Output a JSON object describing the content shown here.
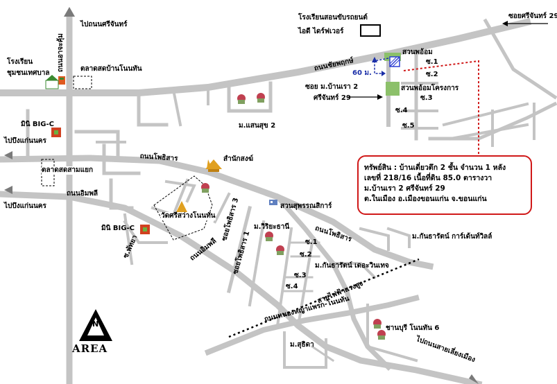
{
  "roads": {
    "chaiyaphruek": "ถนนชัยพฤกษ์",
    "pho_sarn": "ถนนโพธิสาร",
    "imphli": "ถนนอิมพลี",
    "sima_ku": "ถนนอาจะคุ้ม",
    "pho_sarn_lower": "ถนนโพธิสาร",
    "imphli_lower": "ถนนอิมพลี",
    "wet_road": "ถนนหนองหญ้าแพรก-โนนทัน",
    "soi_pho_sarn_1": "ซอยโพธิสาร 1",
    "soi_pho_sarn_3": "ซอยโพธิสาร 3",
    "soi_srichan_29": "ซอยศรีจันทร์ 29",
    "soi_banrao_2": "ซอย ม.บ้านเรา 2",
    "srichan_29": "ศรีจันทร์ 29",
    "soi_pattaya": "ซ.พัทยา",
    "soi_1": "ซ.1",
    "soi_2": "ซ.2",
    "soi_3": "ซ.3",
    "soi_4": "ซ.4",
    "soi_5": "ซ.5",
    "soi_1b": "ซ.1",
    "soi_2b": "ซ.2",
    "soi_3b": "ซ.3",
    "soi_4b": "ซ.4",
    "power_line": "สายไฟฟ้าแรงสูง",
    "to_srichan": "ไปถนนศรีจันทร์",
    "to_bueng_1": "ไปบึงแก่นนคร",
    "to_bueng_2": "ไปบึงแก่นนคร",
    "to_sai_liang": "ไปถนนสายเลี่ยงเมือง",
    "distance": "60 ม."
  },
  "places": {
    "school_driving": "โรงเรียนสอนขับรถยนต์",
    "idee_driver": "ไอดี ไดร์ฟเวอร์",
    "school_muni_1": "โรงเรียน",
    "school_muni_2": "ชุมชนเทศบาล",
    "market_nonthan": "ตลาดสดบ้านโนนทัน",
    "mini_bigc_1": "มินิ BIG-C",
    "mini_bigc_2": "มินิ BIG-C",
    "market_samyaek": "ตลาดสดสามแยก",
    "park_1": "สวนพอ้อม",
    "park_2": "สวนพอ้อมโครงการ",
    "mb_saensuk": "ม.แสนสุข 2",
    "samnak_song": "สำนักสงฆ์",
    "wat_sri": "วัดศรีสว่างโนนทัน",
    "mb_suwan": "สวนสุพรรณสิการ์",
    "mb_wiriya": "ม.วิริยะธานี",
    "mb_kantarat": "ม.กันธารัตน์ การ์เด้นท์วิลล์",
    "mb_kantarat_2": "ม.กันธารัตน์ เดอะวินเทจ",
    "mb_suthida": "ม.สุธิดา",
    "mb_nonthan6": "ชานบุรี โนนทัน 6"
  },
  "property": {
    "line1": "ทรัพย์สิน : บ้านเดี่ยวตึก 2 ชั้น จำนวน 1 หลัง",
    "line2": "เลขที่ 218/16 เนื้อที่ดิน 85.0 ตารางวา",
    "line3": "ม.บ้านเรา 2 ศรีจันทร์ 29",
    "line4": "ต.ในเมือง อ.เมืองขอนแก่น จ.ขอนแก่น"
  },
  "compass": {
    "letter": "N",
    "word": "AREA"
  },
  "colors": {
    "road": "#c4c4c4",
    "highlight": "#d01818",
    "park": "#8cc06a",
    "school_blue": "#2d3ed2",
    "route_blue": "#1a2ea8"
  },
  "icons": {
    "arrow_to_srichan": "north-arrow-icon",
    "house_icon": "house-icon",
    "temple_icon": "temple-icon",
    "store_icon": "store-icon"
  }
}
